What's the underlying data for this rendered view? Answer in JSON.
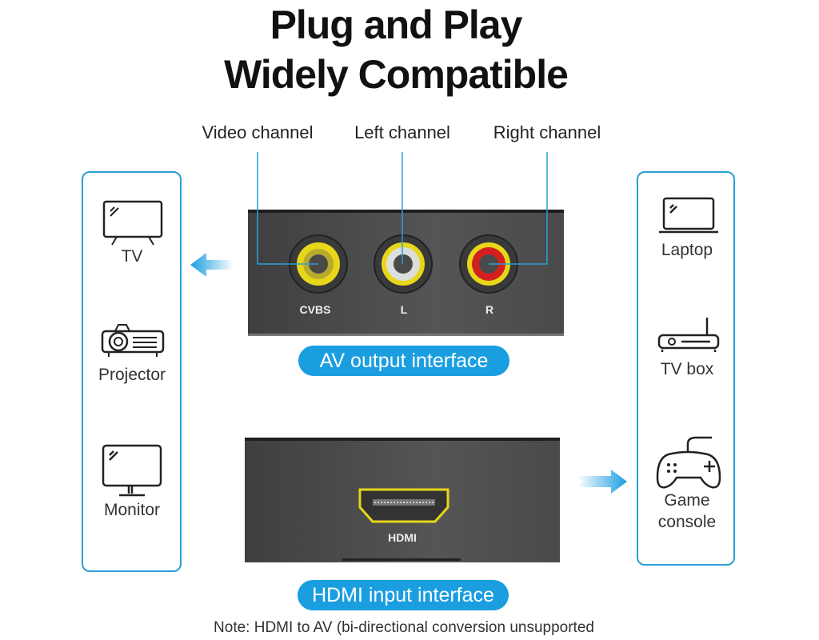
{
  "title": {
    "line1": "Plug and Play",
    "line2": "Widely Compatible"
  },
  "channels": {
    "video": "Video channel",
    "left": "Left channel",
    "right": "Right channel"
  },
  "av_device": {
    "jacks": [
      "CVBS",
      "L",
      "R"
    ],
    "interface_label": "AV output interface"
  },
  "hdmi_device": {
    "port_label": "HDMI",
    "interface_label": "HDMI input interface"
  },
  "outputs": [
    "TV",
    "Projector",
    "Monitor"
  ],
  "sources": {
    "laptop": "Laptop",
    "tvbox": "TV box",
    "game1": "Game",
    "game2": "console"
  },
  "note": "Note:  HDMI to AV (bi-directional conversion unsupported",
  "colors": {
    "accent": "#1a9ee0",
    "border": "#2a9fd6"
  }
}
